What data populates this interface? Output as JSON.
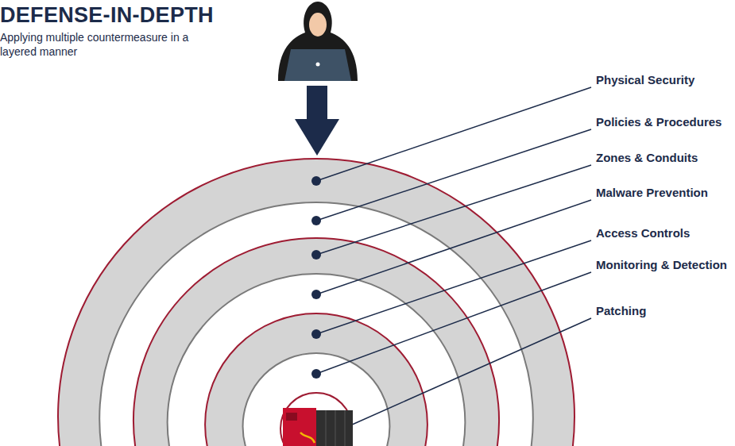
{
  "diagram": {
    "title": "DEFENSE-IN-DEPTH",
    "labels": [
      "Applying multiple countermeasure in a layered manner",
      "Physical Security",
      "Policies & Procedures",
      "Zones & Conduits",
      "Malware Prevention",
      "Access Controls",
      "Monitoring & Detection",
      "Patching"
    ]
  }
}
